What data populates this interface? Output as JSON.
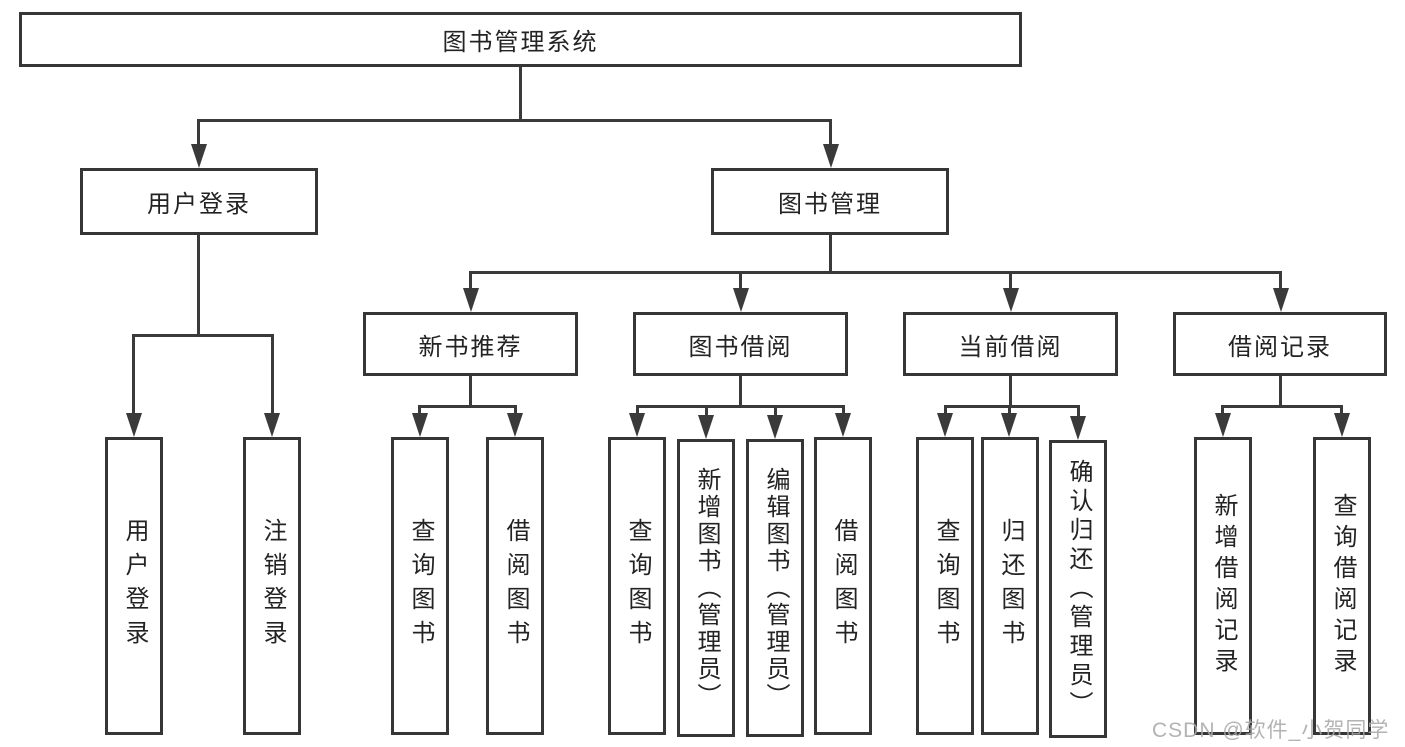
{
  "diagram": {
    "title_note": "functional structure tree of a library management system",
    "root": {
      "label": "图书管理系统"
    },
    "level2": [
      {
        "label": "用户登录"
      },
      {
        "label": "图书管理"
      }
    ],
    "level3": [
      {
        "label": "新书推荐"
      },
      {
        "label": "图书借阅"
      },
      {
        "label": "当前借阅"
      },
      {
        "label": "借阅记录"
      }
    ],
    "leaves": [
      {
        "label": "用户登录",
        "parent": "用户登录"
      },
      {
        "label": "注销登录",
        "parent": "用户登录"
      },
      {
        "label": "查询图书",
        "parent": "新书推荐"
      },
      {
        "label": "借阅图书",
        "parent": "新书推荐"
      },
      {
        "label": "查询图书",
        "parent": "图书借阅"
      },
      {
        "label": "新增图书（管理员）",
        "parent": "图书借阅"
      },
      {
        "label": "编辑图书（管理员）",
        "parent": "图书借阅"
      },
      {
        "label": "借阅图书",
        "parent": "图书借阅"
      },
      {
        "label": "查询图书",
        "parent": "当前借阅"
      },
      {
        "label": "归还图书",
        "parent": "当前借阅"
      },
      {
        "label": "确认归还（管理员）",
        "parent": "当前借阅"
      },
      {
        "label": "新增借阅记录",
        "parent": "借阅记录"
      },
      {
        "label": "查询借阅记录",
        "parent": "借阅记录"
      }
    ]
  },
  "watermark": {
    "text": "CSDN @软件_小贺同学"
  },
  "colors": {
    "line": "#3a3a3a",
    "box_border": "#363636",
    "text": "#232323",
    "watermark": "#a9a9a9",
    "background": "#ffffff"
  }
}
